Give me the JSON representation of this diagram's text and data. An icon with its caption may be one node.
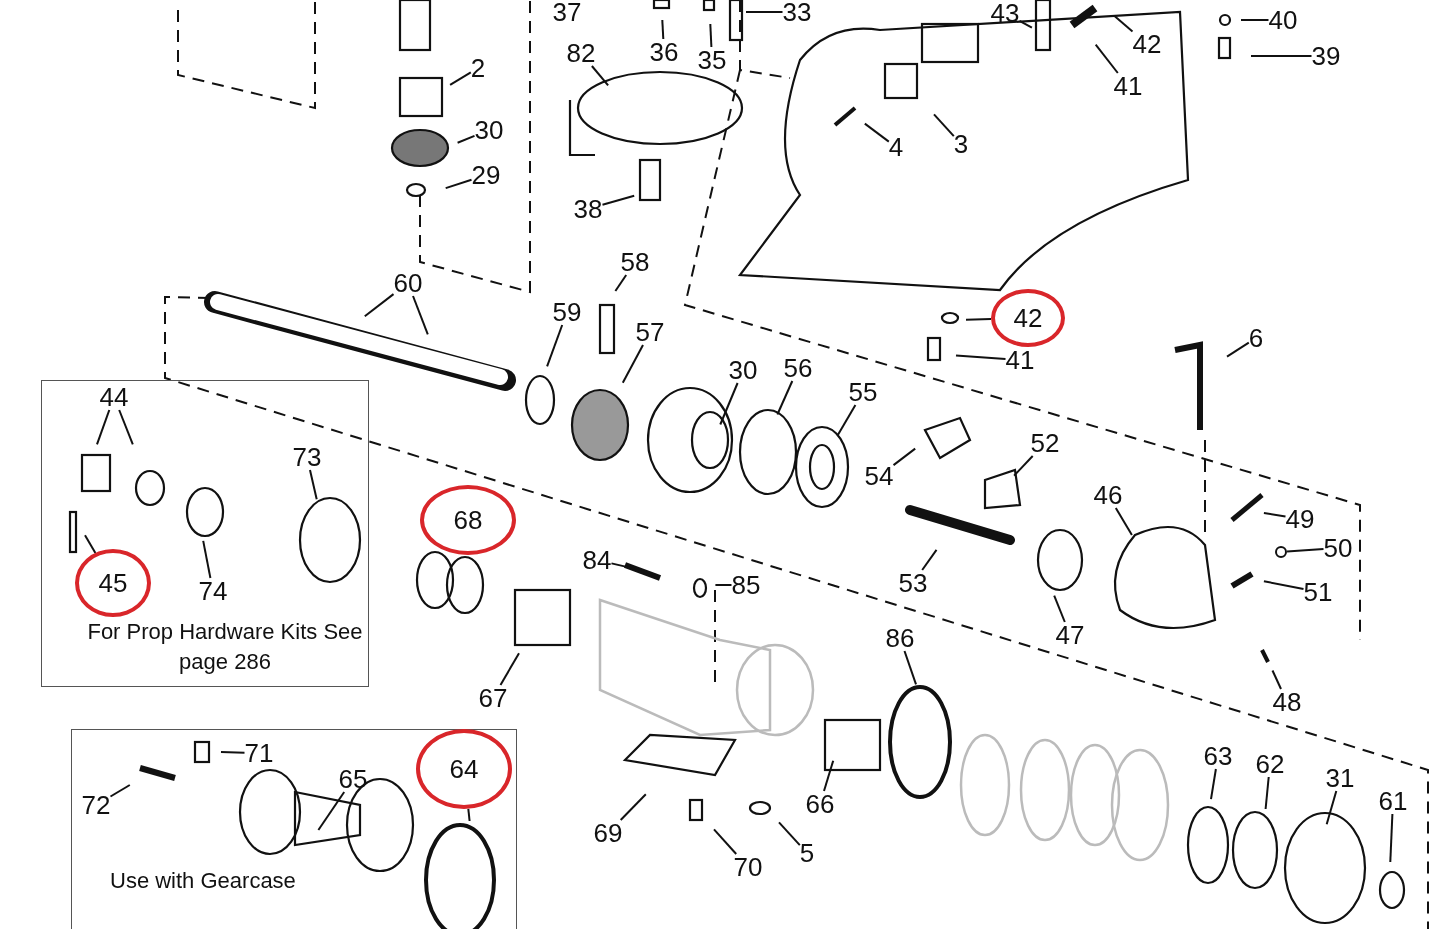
{
  "diagram": {
    "nodes": [
      {
        "text": [
          "37"
        ]
      },
      {
        "text": [
          "36"
        ]
      },
      {
        "text": [
          "35"
        ]
      },
      {
        "text": [
          "33"
        ]
      },
      {
        "text": [
          "43"
        ]
      },
      {
        "text": [
          "40"
        ]
      },
      {
        "text": [
          "42"
        ]
      },
      {
        "text": [
          "39"
        ]
      },
      {
        "text": [
          "41"
        ]
      },
      {
        "text": [
          "2"
        ]
      },
      {
        "text": [
          "30"
        ]
      },
      {
        "text": [
          "29"
        ]
      },
      {
        "text": [
          "82"
        ]
      },
      {
        "text": [
          "4"
        ]
      },
      {
        "text": [
          "3"
        ]
      },
      {
        "text": [
          "38"
        ]
      },
      {
        "text": [
          "60"
        ]
      },
      {
        "text": [
          "58"
        ]
      },
      {
        "text": [
          "59"
        ]
      },
      {
        "text": [
          "57"
        ]
      },
      {
        "text": [
          "30"
        ]
      },
      {
        "text": [
          "56"
        ]
      },
      {
        "text": [
          "55"
        ]
      },
      {
        "text": [],
        "shape": "circle"
      },
      {
        "text": [
          "42"
        ],
        "in": 23
      },
      {
        "text": [
          "41"
        ]
      },
      {
        "text": [
          "6"
        ]
      },
      {
        "text": [
          "For Prop Hardware Kits See page 286"
        ]
      },
      {
        "text": [
          "44"
        ],
        "in": 27
      },
      {
        "text": [
          "73"
        ],
        "in": 27
      },
      {
        "text": [
          "54"
        ]
      },
      {
        "text": [
          "52"
        ]
      },
      {
        "text": [
          "46"
        ]
      },
      {
        "text": [
          "49"
        ]
      },
      {
        "text": [
          "50"
        ]
      },
      {
        "text": [
          "51"
        ]
      },
      {
        "text": [
          "53"
        ]
      },
      {
        "text": [
          "47"
        ]
      },
      {
        "text": [],
        "shape": "circle",
        "in": 27
      },
      {
        "text": [
          "45"
        ],
        "in": 38
      },
      {
        "text": [
          "74"
        ],
        "in": 27
      },
      {
        "text": [],
        "shape": "circle"
      },
      {
        "text": [
          "68"
        ],
        "in": 41
      },
      {
        "text": [
          "84"
        ]
      },
      {
        "text": [
          "85"
        ]
      },
      {
        "text": [
          "67"
        ]
      },
      {
        "text": [
          "86"
        ]
      },
      {
        "text": [
          "48"
        ]
      },
      {
        "text": [
          "Use with Gearcase"
        ]
      },
      {
        "text": [
          "71"
        ],
        "in": 48
      },
      {
        "text": [
          "72"
        ],
        "in": 48
      },
      {
        "text": [
          "65"
        ],
        "in": 48
      },
      {
        "text": [],
        "shape": "circle",
        "in": 48
      },
      {
        "text": [
          "64"
        ],
        "in": 52
      },
      {
        "text": [
          "63"
        ]
      },
      {
        "text": [
          "62"
        ]
      },
      {
        "text": [
          "31"
        ]
      },
      {
        "text": [
          "61"
        ]
      },
      {
        "text": [
          "66"
        ]
      },
      {
        "text": [
          "69"
        ]
      },
      {
        "text": [
          "70"
        ]
      },
      {
        "text": [
          "5"
        ]
      },
      {
        "text": [],
        "shape": "circle"
      }
    ],
    "edges": [
      {
        "from": 1,
        "to": null,
        "arrow": "none"
      },
      {
        "from": 2,
        "to": null,
        "arrow": "none"
      },
      {
        "from": 3,
        "to": null,
        "arrow": "none"
      },
      {
        "from": 4,
        "to": null,
        "arrow": "none"
      },
      {
        "from": 5,
        "to": null,
        "arrow": "none"
      },
      {
        "from": 6,
        "to": null,
        "arrow": "none"
      },
      {
        "from": 7,
        "to": null,
        "arrow": "none"
      },
      {
        "from": 8,
        "to": null,
        "arrow": "none"
      },
      {
        "from": 9,
        "to": null,
        "arrow": "none"
      },
      {
        "from": 10,
        "to": null,
        "arrow": "none"
      },
      {
        "from": 11,
        "to": null,
        "arrow": "none"
      },
      {
        "from": 12,
        "to": null,
        "arrow": "none"
      },
      {
        "from": 13,
        "to": null,
        "arrow": "none"
      },
      {
        "from": 14,
        "to": null,
        "arrow": "none"
      },
      {
        "from": 15,
        "to": null,
        "arrow": "none"
      },
      {
        "from": 16,
        "to": null,
        "arrow": "none"
      },
      {
        "from": 16,
        "to": null,
        "arrow": "none"
      },
      {
        "from": 17,
        "to": null,
        "arrow": "none"
      },
      {
        "from": 18,
        "to": null,
        "arrow": "none"
      },
      {
        "from": 19,
        "to": null,
        "arrow": "none"
      },
      {
        "from": 20,
        "to": null,
        "arrow": "none"
      },
      {
        "from": 21,
        "to": null,
        "arrow": "none"
      },
      {
        "from": 22,
        "to": null,
        "arrow": "none"
      },
      {
        "from": 23,
        "to": null,
        "arrow": "none"
      },
      {
        "from": 25,
        "to": null,
        "arrow": "none"
      },
      {
        "from": 26,
        "to": null,
        "arrow": "none"
      },
      {
        "from": 28,
        "to": null,
        "arrow": "none"
      },
      {
        "from": 28,
        "to": null,
        "arrow": "none"
      },
      {
        "from": 29,
        "to": null,
        "arrow": "none"
      },
      {
        "from": 30,
        "to": null,
        "arrow": "none"
      },
      {
        "from": 31,
        "to": null,
        "arrow": "none"
      },
      {
        "from": 32,
        "to": null,
        "arrow": "none"
      },
      {
        "from": 33,
        "to": null,
        "arrow": "none"
      },
      {
        "from": 34,
        "to": 62,
        "arrow": "none"
      },
      {
        "from": 35,
        "to": null,
        "arrow": "none"
      },
      {
        "from": 36,
        "to": null,
        "arrow": "none"
      },
      {
        "from": 37,
        "to": null,
        "arrow": "none"
      },
      {
        "from": 38,
        "to": null,
        "arrow": "none"
      },
      {
        "from": 40,
        "to": null,
        "arrow": "none"
      },
      {
        "from": 43,
        "to": null,
        "arrow": "none"
      },
      {
        "from": 44,
        "to": null,
        "arrow": "none"
      },
      {
        "from": 45,
        "to": null,
        "arrow": "none"
      },
      {
        "from": 46,
        "to": null,
        "arrow": "none"
      },
      {
        "from": 47,
        "to": null,
        "arrow": "none"
      },
      {
        "from": 49,
        "to": null,
        "arrow": "none"
      },
      {
        "from": 50,
        "to": null,
        "arrow": "none"
      },
      {
        "from": 51,
        "to": null,
        "arrow": "none"
      },
      {
        "from": 52,
        "to": null,
        "arrow": "none"
      },
      {
        "from": 54,
        "to": null,
        "arrow": "none"
      },
      {
        "from": 55,
        "to": null,
        "arrow": "none"
      },
      {
        "from": 56,
        "to": null,
        "arrow": "none"
      },
      {
        "from": 57,
        "to": null,
        "arrow": "none"
      },
      {
        "from": 58,
        "to": null,
        "arrow": "none"
      },
      {
        "from": 59,
        "to": null,
        "arrow": "none"
      },
      {
        "from": 60,
        "to": null,
        "arrow": "none"
      },
      {
        "from": 61,
        "to": null,
        "arrow": "none"
      }
    ]
  }
}
